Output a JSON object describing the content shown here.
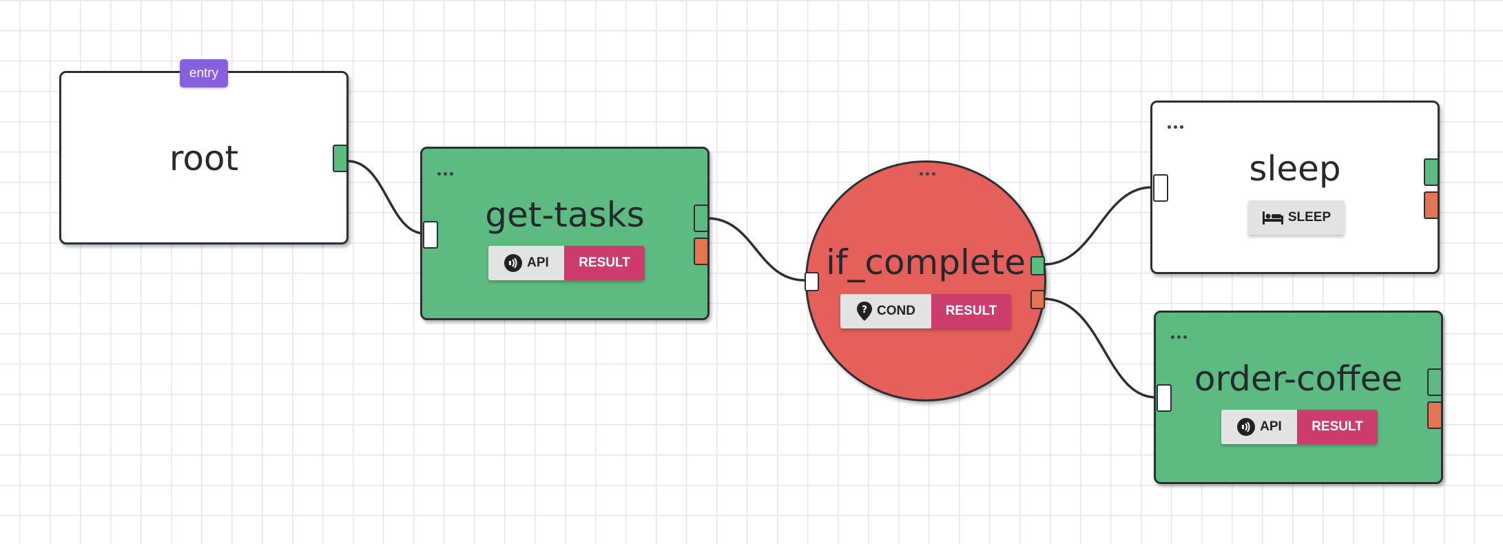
{
  "canvas": {
    "grid_color": "#e6e6e6",
    "wire_color": "#2b2f33"
  },
  "colors": {
    "node_green": "#5dbb82",
    "node_red": "#e5605a",
    "port_ok": "#5dbb82",
    "port_error": "#e27552",
    "entry_badge": "#8660dd",
    "result_button": "#cc3d6d",
    "type_button": "#e3e3e3"
  },
  "nodes": {
    "root": {
      "title": "root",
      "badge": "entry"
    },
    "get_tasks": {
      "title": "get-tasks",
      "type_label": "API",
      "type_icon": "api-icon",
      "result_label": "RESULT"
    },
    "if_complete": {
      "title": "if_complete",
      "type_label": "COND",
      "type_icon": "location-question-icon",
      "result_label": "RESULT"
    },
    "sleep": {
      "title": "sleep",
      "type_label": "SLEEP",
      "type_icon": "bed-icon"
    },
    "order_coffee": {
      "title": "order-coffee",
      "type_label": "API",
      "type_icon": "api-icon",
      "result_label": "RESULT"
    }
  },
  "connections": [
    {
      "from": "root",
      "to": "get-tasks"
    },
    {
      "from": "get-tasks",
      "to": "if_complete"
    },
    {
      "from": "if_complete",
      "to": "sleep"
    },
    {
      "from": "if_complete",
      "to": "order-coffee"
    }
  ]
}
